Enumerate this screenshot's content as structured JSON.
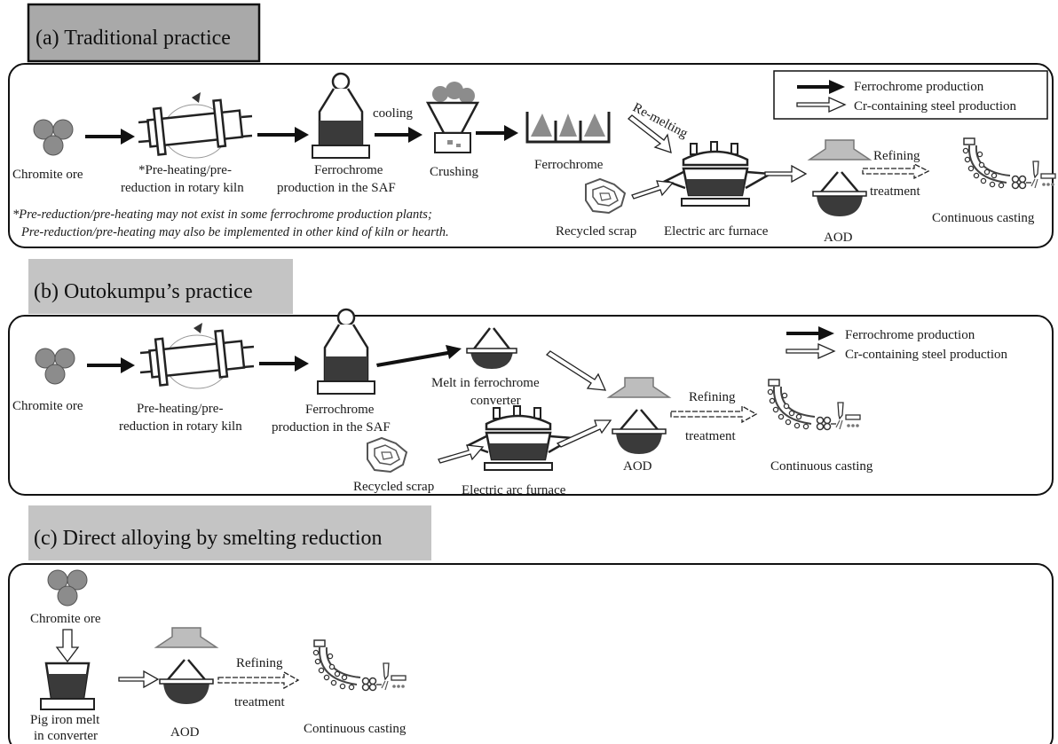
{
  "colors": {
    "dark": "#3a3a3a",
    "mid": "#8c8c8c",
    "light": "#bdbdbd",
    "header_bg_a": "#a9a9a9",
    "header_bg_bc": "#c4c4c4"
  },
  "panel_a": {
    "header": "(a) Traditional practice",
    "chromite": "Chromite ore",
    "kiln_1": "*Pre-heating/pre-",
    "kiln_2": "reduction in rotary kiln",
    "saf_1": "Ferrochrome",
    "saf_2": "production in the SAF",
    "cooling": "cooling",
    "crushing": "Crushing",
    "ferrochrome": "Ferrochrome",
    "remelting": "Re-melting",
    "scrap": "Recycled scrap",
    "eaf": "Electric arc furnace",
    "aod": "AOD",
    "refining": "Refining",
    "treatment": "treatment",
    "casting": "Continuous casting",
    "note_1": "*Pre-reduction/pre-heating may not exist in some ferrochrome production plants;",
    "note_2": "Pre-reduction/pre-heating may also be implemented in other kind of kiln or hearth.",
    "legend_fecr": "Ferrochrome production",
    "legend_cr": "Cr-containing steel production"
  },
  "panel_b": {
    "header": "(b) Outokumpu’s practice",
    "chromite": "Chromite ore",
    "kiln_1": "Pre-heating/pre-",
    "kiln_2": "reduction in rotary kiln",
    "saf_1": "Ferrochrome",
    "saf_2": "production in the SAF",
    "converter_1": "Melt in ferrochrome",
    "converter_2": "converter",
    "scrap": "Recycled scrap",
    "eaf": "Electric arc furnace",
    "aod": "AOD",
    "refining": "Refining",
    "treatment": "treatment",
    "casting": "Continuous casting",
    "legend_fecr": "Ferrochrome production",
    "legend_cr": "Cr-containing steel production"
  },
  "panel_c": {
    "header": "(c) Direct alloying by smelting reduction",
    "chromite": "Chromite ore",
    "pig_1": "Pig iron melt",
    "pig_2": "in converter",
    "aod": "AOD",
    "refining": "Refining",
    "treatment": "treatment",
    "casting": "Continuous casting"
  }
}
